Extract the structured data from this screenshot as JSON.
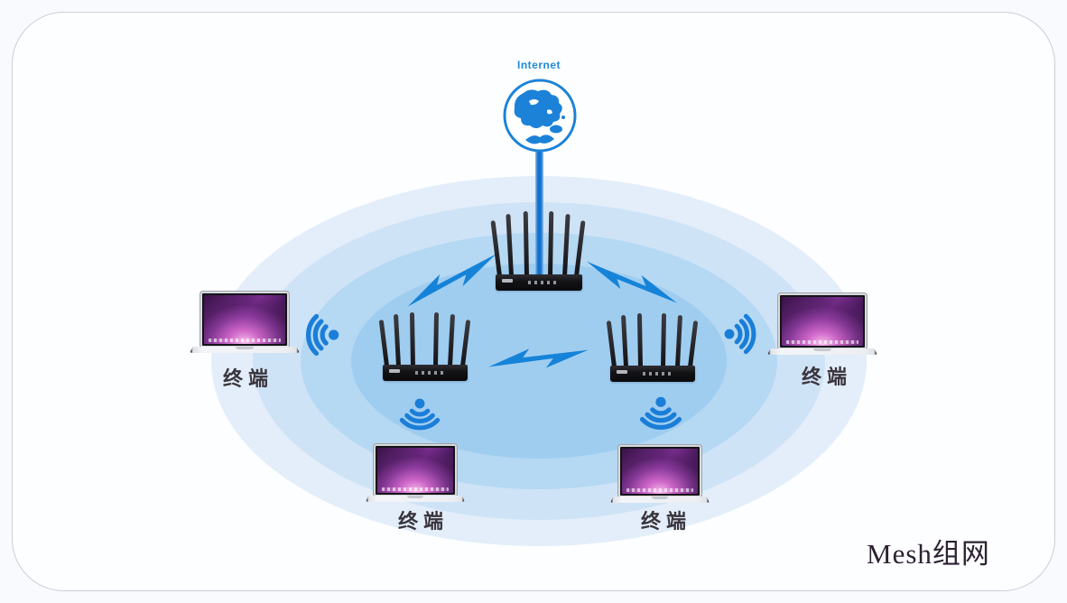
{
  "title": "Mesh组网",
  "internet": {
    "label": "Internet"
  },
  "terminals": [
    {
      "label": "终端",
      "position": "left"
    },
    {
      "label": "终端",
      "position": "bottom-left"
    },
    {
      "label": "终端",
      "position": "bottom-right"
    },
    {
      "label": "终端",
      "position": "right"
    }
  ],
  "icons": {
    "globe": "internet-globe-icon",
    "router": "wifi-router-icon",
    "laptop": "laptop-terminal-icon",
    "wifi": "wifi-signal-icon",
    "bolt": "wireless-link-bolt-icon"
  },
  "colors": {
    "accent_blue": "#1a7ed8",
    "bolt_blue": "#1583d8",
    "internet_text": "#1f8ad8",
    "coverage_rings": [
      "#e3eefa",
      "#cfe3f7",
      "#b5d8f3",
      "#9fcdf0"
    ],
    "terminal_label_text": "#3a353d",
    "title_text": "#2d2133"
  }
}
